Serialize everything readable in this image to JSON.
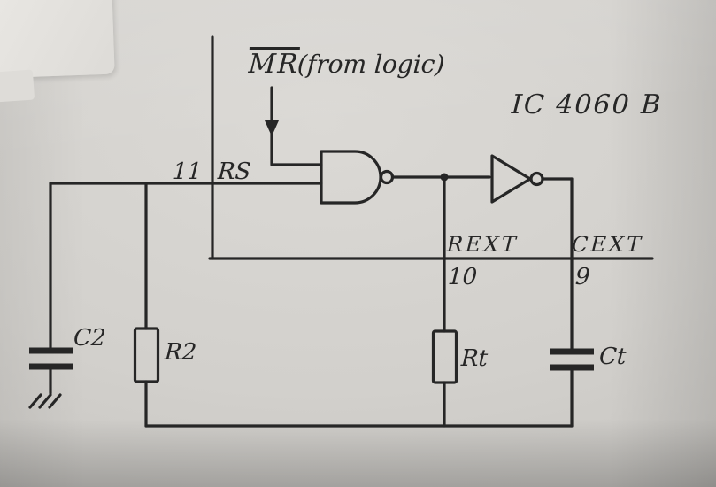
{
  "title": "Hand-drawn IC 4060B oscillator schematic",
  "colors": {
    "paper": "#d2d0cc",
    "ink": "#262626"
  },
  "labels": {
    "mr": "MR",
    "mr_note": "(from logic)",
    "ic": "IC 4060 B",
    "pin11": "11",
    "rs": "RS",
    "rext": "REXT",
    "pin10": "10",
    "cext": "CEXT",
    "pin9": "9",
    "c2": "C2",
    "r2": "R2",
    "rt": "Rt",
    "ct": "Ct"
  }
}
